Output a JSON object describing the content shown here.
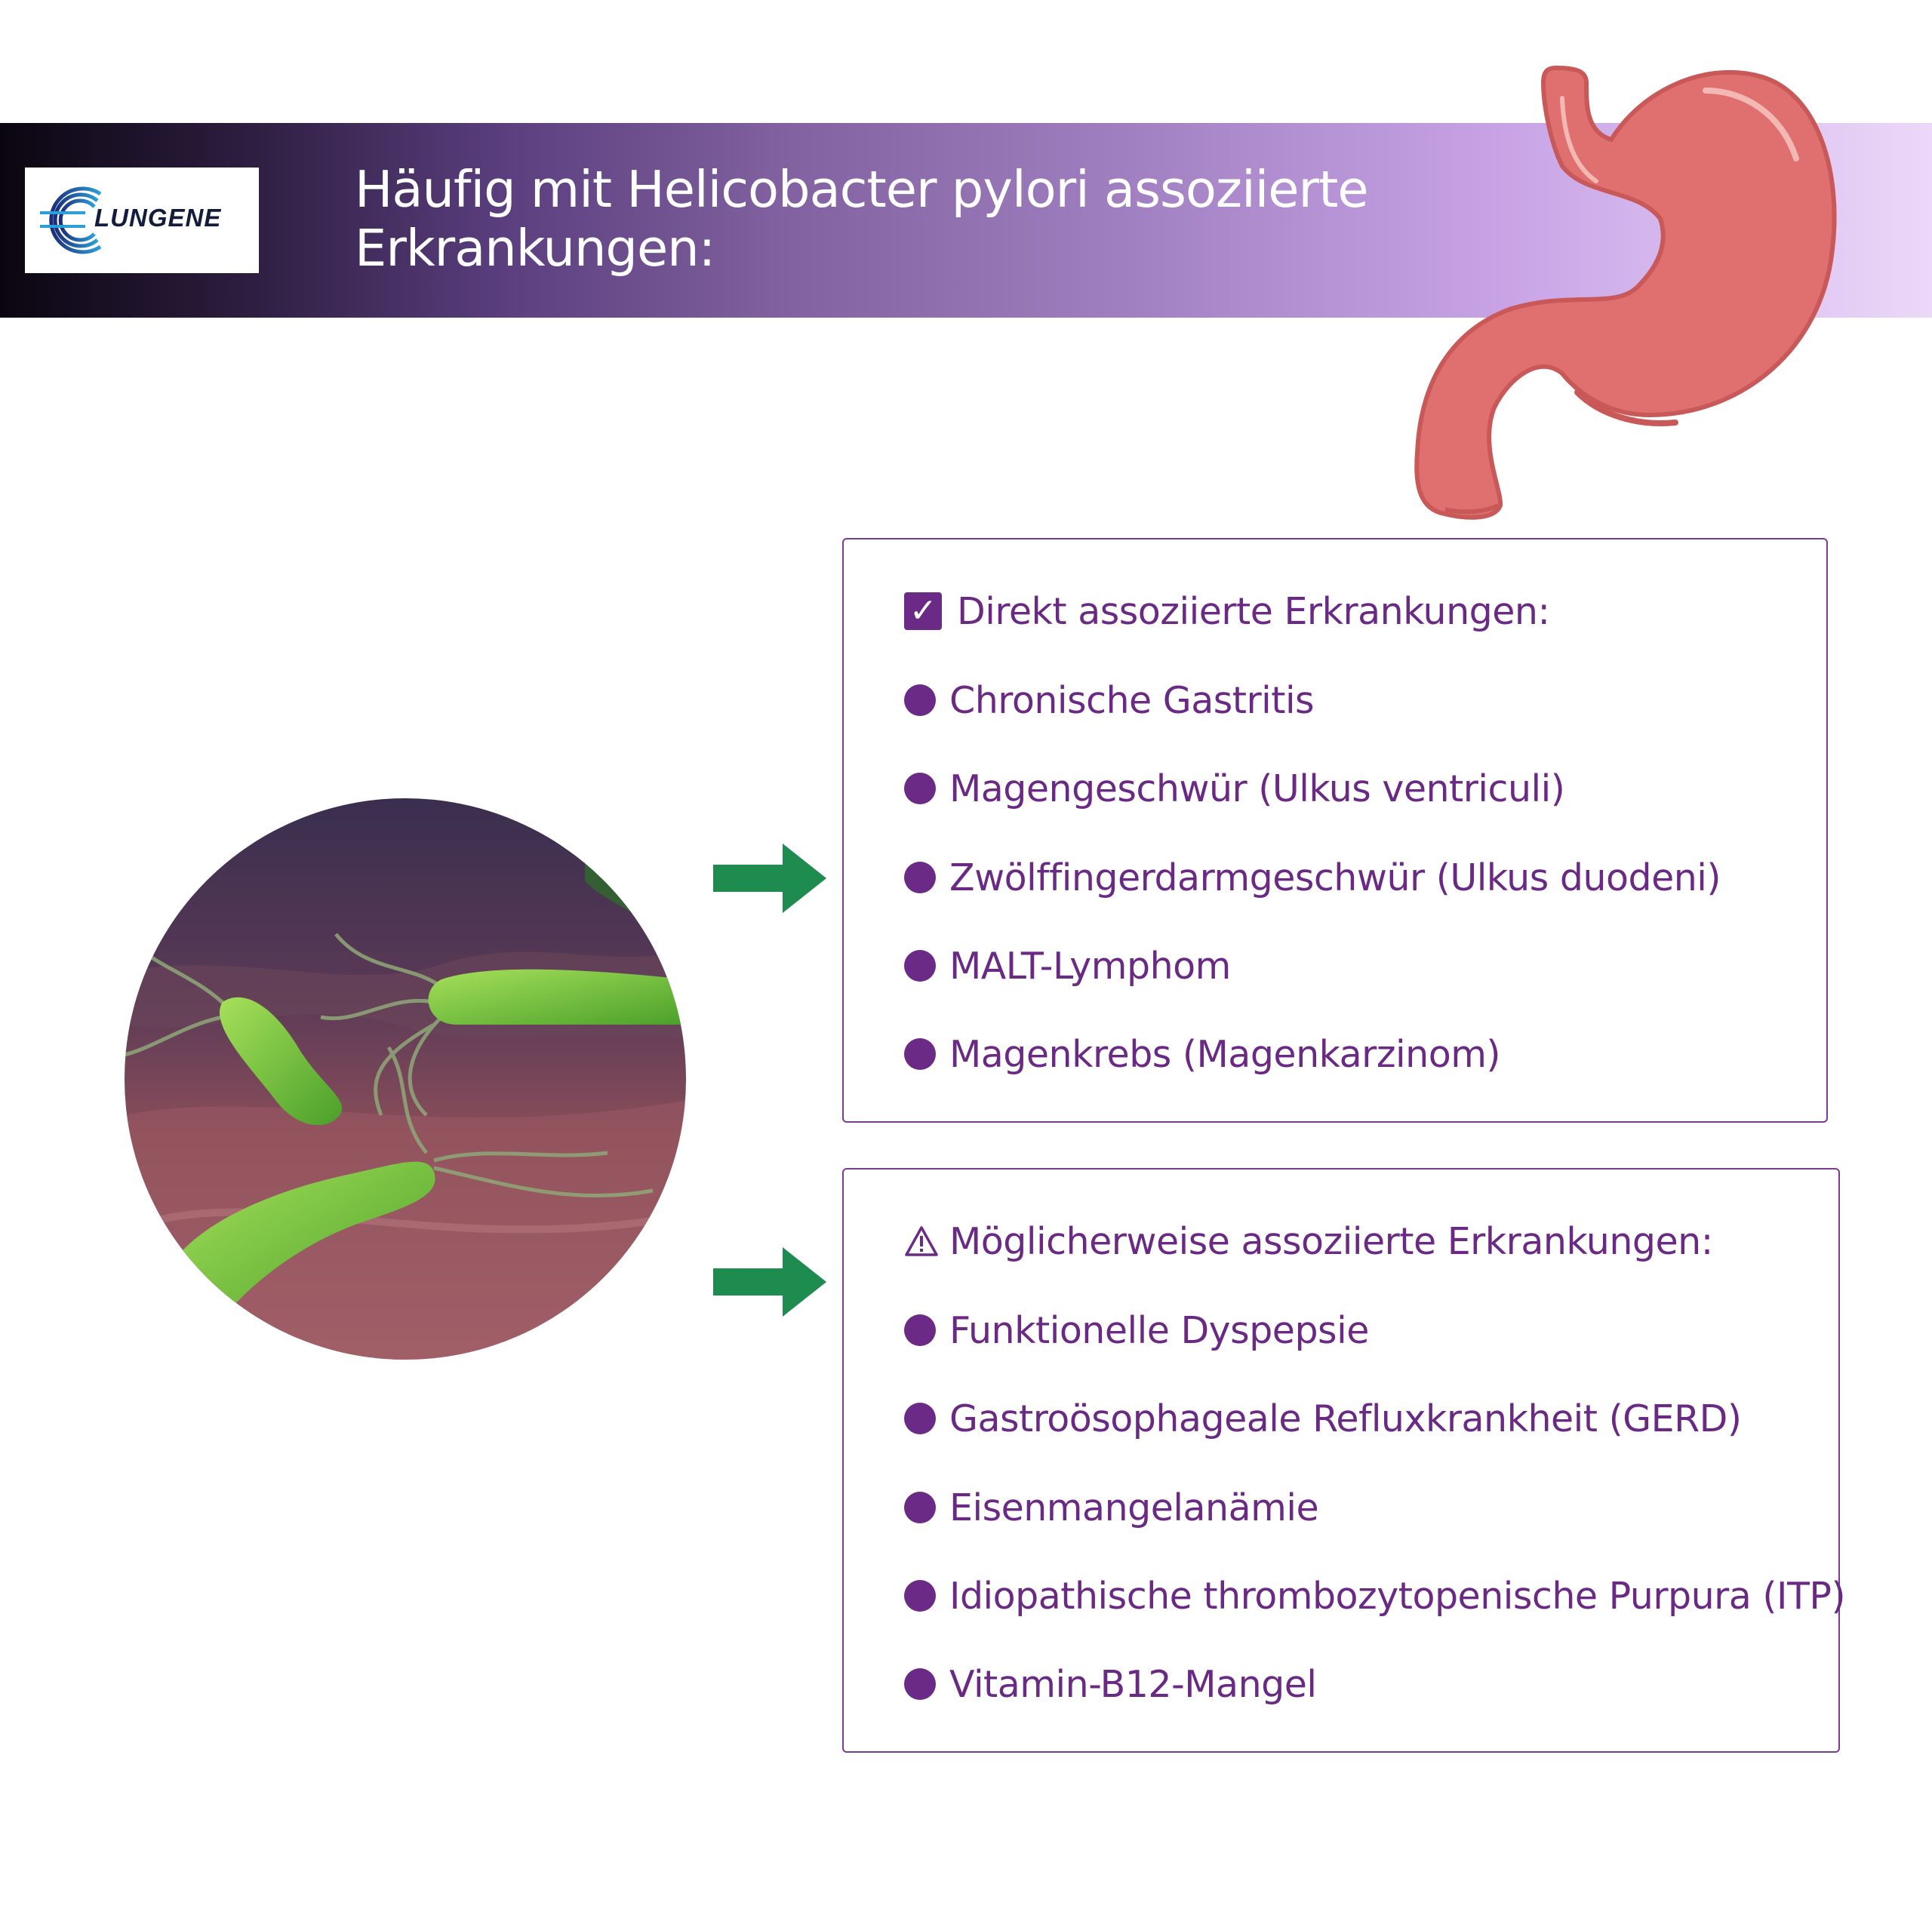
{
  "header": {
    "logo_text": "LUNGENE",
    "title_line1": "Häufig mit Helicobacter pylori assoziierte",
    "title_line2": "Erkrankungen:"
  },
  "direct": {
    "heading": "Direkt assoziierte Erkrankungen:",
    "items": [
      "Chronische Gastritis",
      "Magengeschwür (Ulkus ventriculi)",
      "Zwölffingerdarmgeschwür (Ulkus duodeni)",
      "MALT-Lymphom",
      "Magenkrebs (Magenkarzinom)"
    ]
  },
  "possible": {
    "heading": "Möglicherweise assoziierte Erkrankungen:",
    "items": [
      "Funktionelle Dyspepsie",
      "Gastroösophageale Refluxkrankheit (GERD)",
      "Eisenmangelanämie",
      "Idiopathische thrombozytopenische Purpura (ITP)",
      "Vitamin-B12-Mangel"
    ]
  },
  "colors": {
    "accent_purple": "#6b2a86",
    "arrow_green": "#1e8c4e",
    "stomach": "#e07070"
  },
  "icons": [
    "check-icon",
    "warning-icon",
    "arrow-right-icon",
    "stomach-illustration",
    "bacteria-illustration"
  ]
}
